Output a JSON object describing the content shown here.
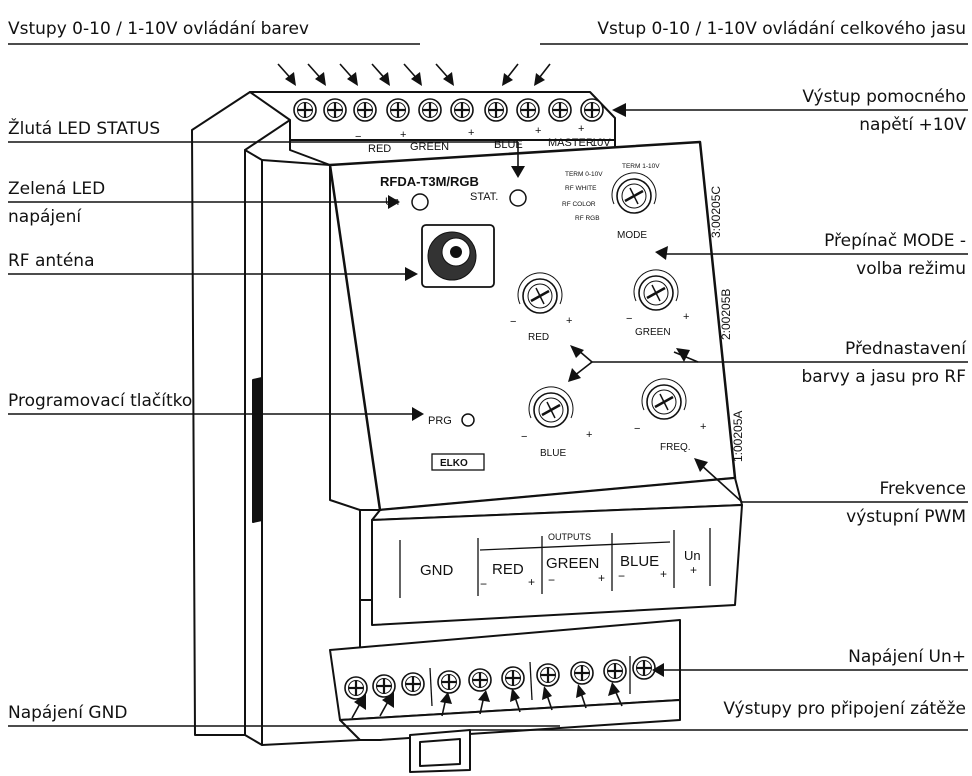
{
  "callouts": {
    "inputs_color": "Vstupy 0-10 / 1-10V ovládání barev",
    "input_brightness": "Vstup 0-10 / 1-10V ovládání celkového jasu",
    "aux_output_line1": "Výstup pomocného",
    "aux_output_line2": "napětí +10V",
    "led_status": "Žlutá LED STATUS",
    "led_power_line1": "Zelená LED",
    "led_power_line2": "napájení",
    "rf_antenna": "RF anténa",
    "mode_switch_line1": "Přepínač MODE -",
    "mode_switch_line2": "volba režimu",
    "preset_line1": "Přednastavení",
    "preset_line2": "barvy a jasu pro RF",
    "prog_button": "Programovací tlačítko",
    "freq_line1": "Frekvence",
    "freq_line2": "výstupní PWM",
    "power_plus": "Napájení Un+",
    "power_gnd": "Napájení GND",
    "load_outputs": "Výstupy pro připojení zátěže"
  },
  "device": {
    "model": "RFDA-T3M/RGB",
    "led_un": "Un",
    "led_stat": "STAT.",
    "prg": "PRG",
    "logo": "ELKO",
    "mode_knob": "MODE",
    "mode_opt1": "TERM 0-10V",
    "mode_opt2": "TERM 1-10V",
    "mode_opt3": "RF WHITE",
    "mode_opt4": "RF COLOR",
    "mode_opt5": "RF RGB",
    "knob_red": "RED",
    "knob_green": "GREEN",
    "knob_blue": "BLUE",
    "knob_freq": "FREQ.",
    "side_code1": "3:00205C",
    "side_code2": "2:00205B",
    "side_code3": "1:00205A",
    "top_red": "RED",
    "top_green": "GREEN",
    "top_blue": "BLUE",
    "top_master": "MASTER",
    "top_10v": "10V",
    "outputs_title": "OUTPUTS",
    "out_gnd": "GND",
    "out_red": "RED",
    "out_green": "GREEN",
    "out_blue": "BLUE",
    "out_un": "Un",
    "minus": "−",
    "plus": "+"
  }
}
